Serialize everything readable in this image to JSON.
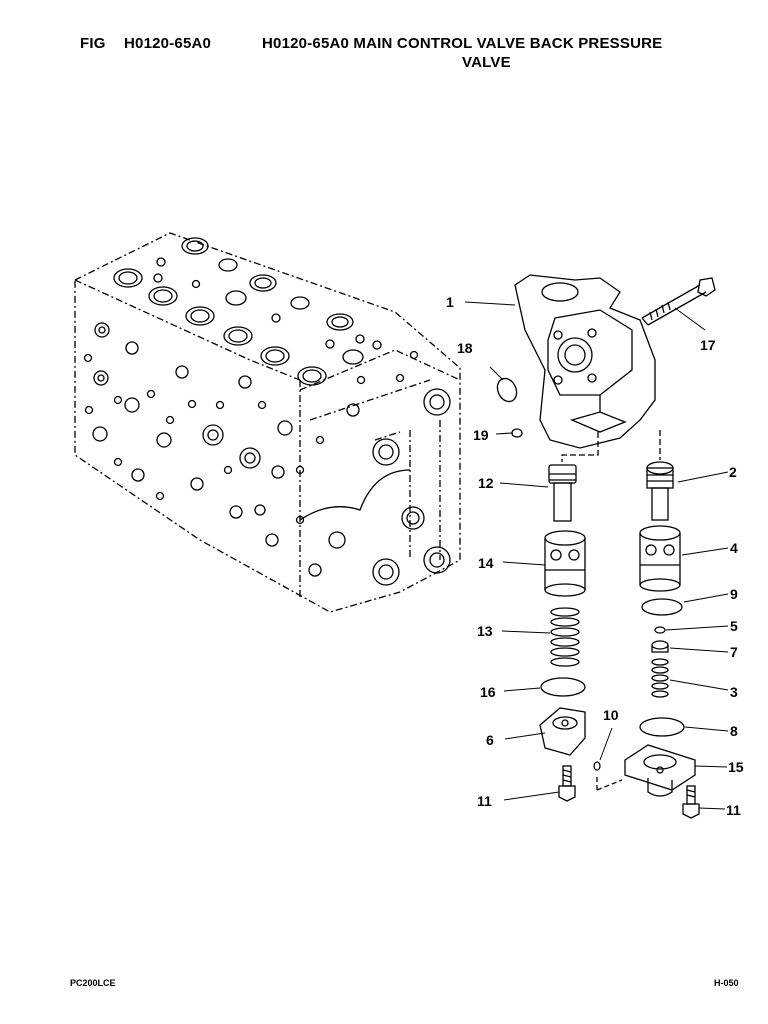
{
  "header": {
    "fig_label": "FIG",
    "fig_code": "H0120-65A0",
    "title_line1": "H0120-65A0 MAIN CONTROL VALVE BACK PRESSURE",
    "title_line2": "VALVE"
  },
  "callouts": {
    "c1": "1",
    "c2": "2",
    "c3": "3",
    "c4": "4",
    "c5": "5",
    "c6": "6",
    "c7": "7",
    "c8": "8",
    "c9": "9",
    "c10": "10",
    "c11a": "11",
    "c11b": "11",
    "c12": "12",
    "c13": "13",
    "c14": "14",
    "c15": "15",
    "c16": "16",
    "c17": "17",
    "c18": "18",
    "c19": "19"
  },
  "footer": {
    "model": "PC200LCE",
    "page": "H-050"
  }
}
